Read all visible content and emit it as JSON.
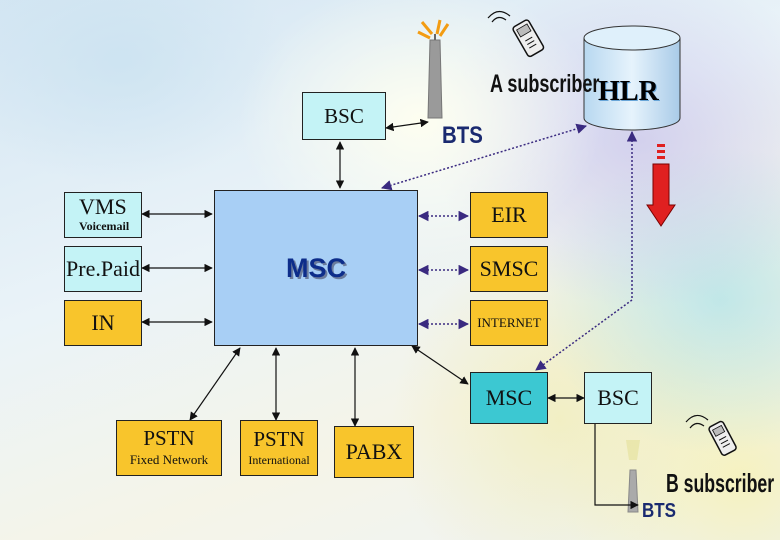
{
  "nodes": {
    "bsc_top": "BSC",
    "bts_top": "BTS",
    "a_subscriber": "A subscriber",
    "hlr": "HLR",
    "vms": "VMS",
    "vms_sub": "Voicemail",
    "prepaid": "Pre.Paid",
    "in": "IN",
    "msc_main": "MSC",
    "eir": "EIR",
    "smsc": "SMSC",
    "internet": "INTERNET",
    "msc_second": "MSC",
    "bsc_second": "BSC",
    "pstn_fixed": "PSTN",
    "pstn_fixed_sub": "Fixed Network",
    "pstn_intl": "PSTN",
    "pstn_intl_sub": "International",
    "pabx": "PABX",
    "b_subscriber": "B subscriber",
    "bts_bottom": "BTS"
  },
  "colors": {
    "yellow_box": "#f8c52c",
    "cyan_box": "#c4f3f6",
    "msc_box": "#a8cff5",
    "teal_box": "#3cc8d2",
    "hlr_db": "#cfe6f7",
    "red_arrow": "#e02020",
    "dotted_link": "#5a3aa0"
  },
  "icons": [
    "antenna-tower-icon",
    "mobile-phone-icon",
    "database-cylinder-icon",
    "red-down-arrow-icon"
  ]
}
